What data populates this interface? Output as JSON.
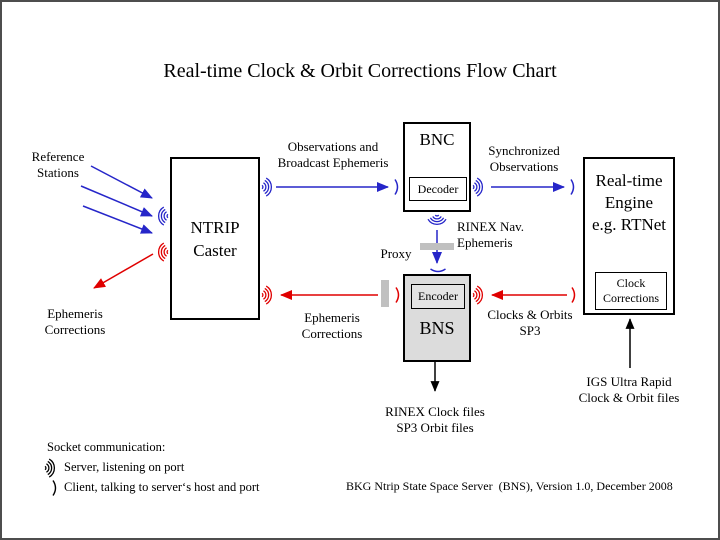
{
  "title": "Real-time Clock & Orbit Corrections Flow Chart",
  "colors": {
    "blue": "#2626c9",
    "red": "#e00000",
    "arrow_black": "#000000",
    "gray_bar": "#c0c0c0",
    "bns_fill": "#dcdcdc",
    "encoder_fill": "#e4e4e4",
    "frame": "#4d4d4d"
  },
  "nodes": {
    "ntrip_caster": {
      "label": "NTRIP\nCaster"
    },
    "bnc": {
      "title": "BNC",
      "decoder": "Decoder"
    },
    "bns": {
      "title": "BNS",
      "encoder": "Encoder"
    },
    "realtime_engine": {
      "label": "Real-time\nEngine\ne.g. RTNet",
      "clock_corrections": "Clock\nCorrections"
    }
  },
  "flow_labels": {
    "reference_stations": "Reference\nStations",
    "observations_broadcast": "Observations and\nBroadcast Ephemeris",
    "synchronized_observations": "Synchronized\nObservations",
    "rinex_nav_ephemeris": "RINEX Nav.\nEphemeris",
    "proxy": "Proxy",
    "ephemeris_corrections_left": "Ephemeris\nCorrections",
    "ephemeris_corrections_mid": "Ephemeris\nCorrections",
    "clocks_orbits_sp3": "Clocks & Orbits\nSP3",
    "rinex_clock_files": "RINEX Clock files\nSP3 Orbit files",
    "igs_ultra_rapid": "IGS Ultra Rapid\nClock & Orbit files"
  },
  "legend": {
    "heading": "Socket communication:",
    "items": [
      {
        "icon": "server-wave-icon",
        "text": "Server, listening on port"
      },
      {
        "icon": "client-arc-icon",
        "text": "Client, talking to server‘s host and port"
      }
    ]
  },
  "footer": "BKG Ntrip State Space Server  (BNS), Version 1.0, December 2008"
}
